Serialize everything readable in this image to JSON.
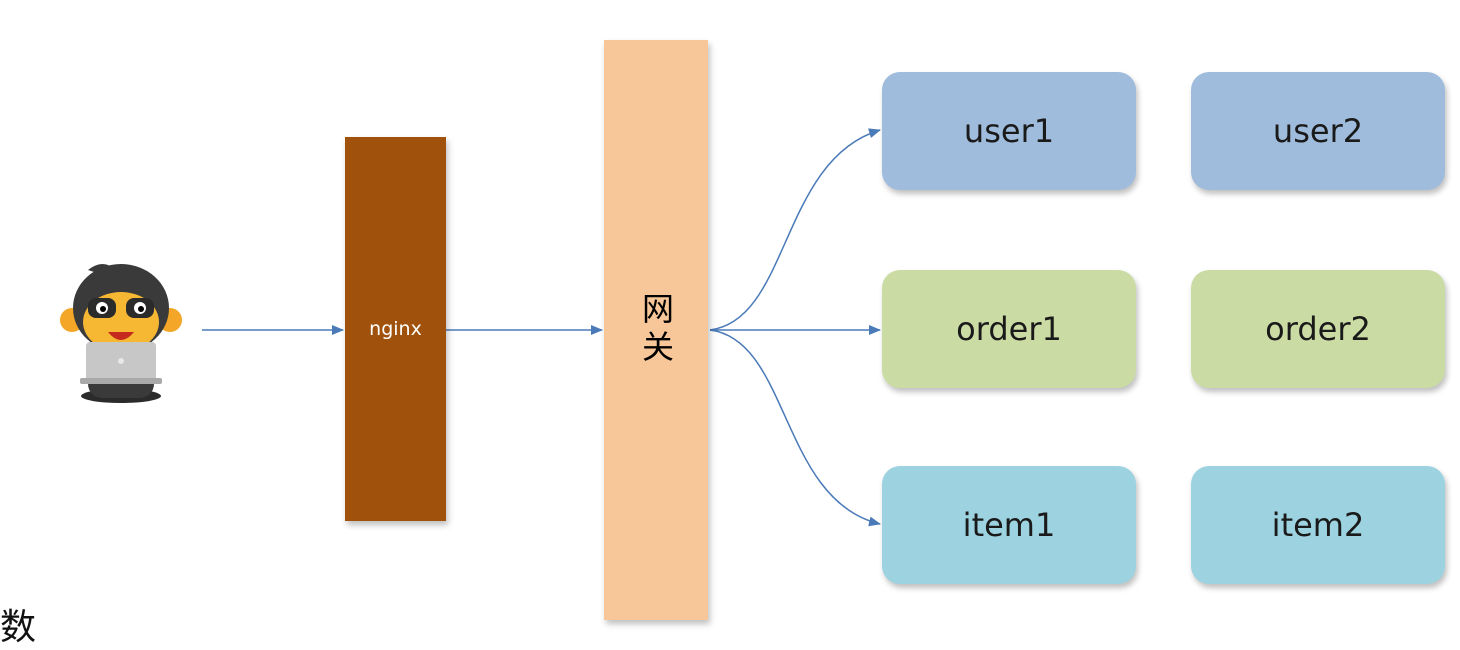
{
  "nginx": {
    "label": "nginx"
  },
  "gateway": {
    "label": "网关"
  },
  "services": {
    "user1": "user1",
    "user2": "user2",
    "order1": "order1",
    "order2": "order2",
    "item1": "item1",
    "item2": "item2"
  },
  "corner_text": "数",
  "colors": {
    "nginx": "#a0520c",
    "gateway": "#f7c79a",
    "user": "#9fbcdc",
    "order": "#cadca4",
    "item": "#9dd3e0",
    "arrow": "#4a7ab8"
  },
  "icons": {
    "client": "monkey-with-laptop-icon"
  }
}
